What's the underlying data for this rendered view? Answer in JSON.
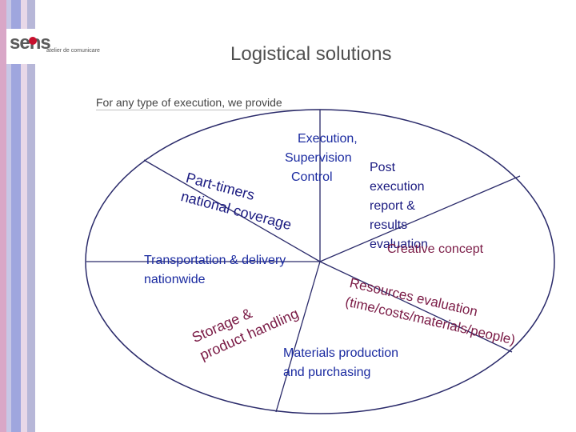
{
  "logo": {
    "brand": "sens",
    "tagline": "atelier de comunicare"
  },
  "title": "Logistical solutions",
  "subtitle": "For any type of execution, we provide",
  "segments": {
    "execution": [
      "Execution,",
      "Supervision",
      "Control"
    ],
    "post": [
      "Post",
      "execution",
      "report &",
      "results",
      "evaluation"
    ],
    "creative": "Creative concept",
    "resources": [
      "Resources evaluation",
      "(time/costs/materials/people)"
    ],
    "materials": [
      "Materials production",
      "and purchasing"
    ],
    "storage": [
      "Storage &",
      "product handling"
    ],
    "transport": [
      "Transportation & delivery",
      "nationwide"
    ],
    "parttimers": [
      "Part-timers",
      "national coverage"
    ]
  },
  "colors": {
    "stripe1": "#d9a7c7",
    "stripe2": "#c7c7e6",
    "stripe3": "#9fa6de",
    "stripe4": "#b7b7d8",
    "text_blue": "#1a2aa0",
    "text_maroon": "#7a1a45"
  }
}
